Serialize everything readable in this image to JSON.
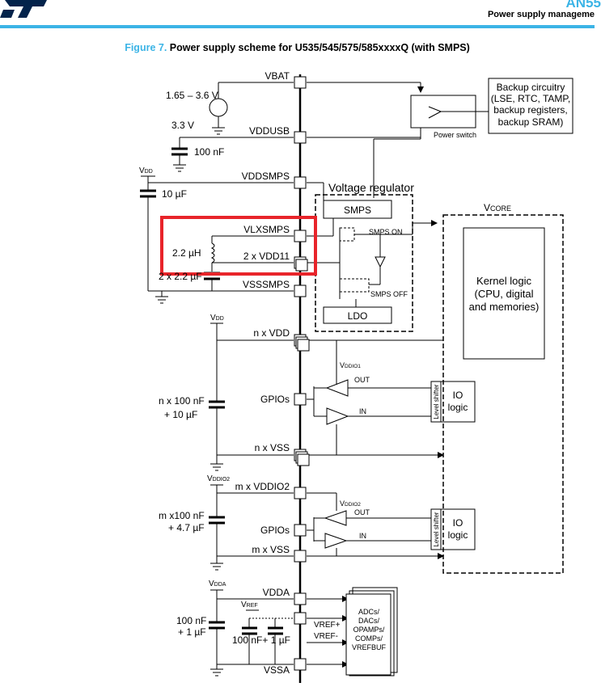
{
  "header": {
    "doc_id": "AN55",
    "subtitle": "Power supply manageme"
  },
  "figure": {
    "number": "Figure 7.",
    "title": "Power supply scheme for U535/545/575/585xxxxQ (with SMPS)"
  },
  "pins": {
    "vbat": "VBAT",
    "vddusb": "VDDUSB",
    "vddsmps": "VDDSMPS",
    "vlxsmps": "VLXSMPS",
    "vdd11": "2 x VDD11",
    "vsssmps": "VSSSMPS",
    "nvdd": "n x VDD",
    "gpios1": "GPIOs",
    "nvss": "n x VSS",
    "mvddio2": "m x VDDIO2",
    "gpios2": "GPIOs",
    "mvss": "m x VSS",
    "vdda": "VDDA",
    "vssa": "VSSA"
  },
  "supplies": {
    "vbat_range": "1.65 – 3.6 V",
    "v33": "3.3 V",
    "vdd_base": "V",
    "vdd_sub": "DD",
    "vddio2_sub": "DDIO2",
    "vdda_sub": "DDA",
    "vref_sub": "REF",
    "vddio1_sub": "DDIO1"
  },
  "components": {
    "c_usb": "100 nF",
    "c_smps": "10 µF",
    "inductor": "2.2 µH",
    "c_vdd11": "2 x 2.2 µF",
    "c_vdd_1": "n x 100 nF",
    "c_vdd_2": "+ 10 µF",
    "c_vddio2_1": "m x100 nF",
    "c_vddio2_2": "+ 4.7 µF",
    "c_vdda_1": "100 nF",
    "c_vdda_2": "+ 1 µF",
    "c_vref": "100 nF+ 1 µF"
  },
  "blocks": {
    "backup": [
      "Backup circuitry",
      "(LSE, RTC, TAMP,",
      "backup registers,",
      "backup SRAM)"
    ],
    "power_switch": "Power switch",
    "regulator": "Voltage regulator",
    "smps": "SMPS",
    "ldo": "LDO",
    "smps_on": "SMPS ON",
    "smps_off": "SMPS OFF",
    "vcore_base": "V",
    "vcore_sub": "CORE",
    "kernel": [
      "Kernel logic",
      "(CPU, digital",
      "and memories)"
    ],
    "io_logic": [
      "IO",
      "logic"
    ],
    "level_shifter": "Level shifter",
    "out": "OUT",
    "in": "IN",
    "vref_plus": "VREF+",
    "vref_minus": "VREF-",
    "analog": [
      "ADCs/",
      "DACs/",
      "OPAMPs/",
      "COMPs/",
      "VREFBUF"
    ]
  },
  "colors": {
    "accent": "#3cb4e6",
    "highlight": "#e8242a",
    "logo": "#03234b"
  }
}
